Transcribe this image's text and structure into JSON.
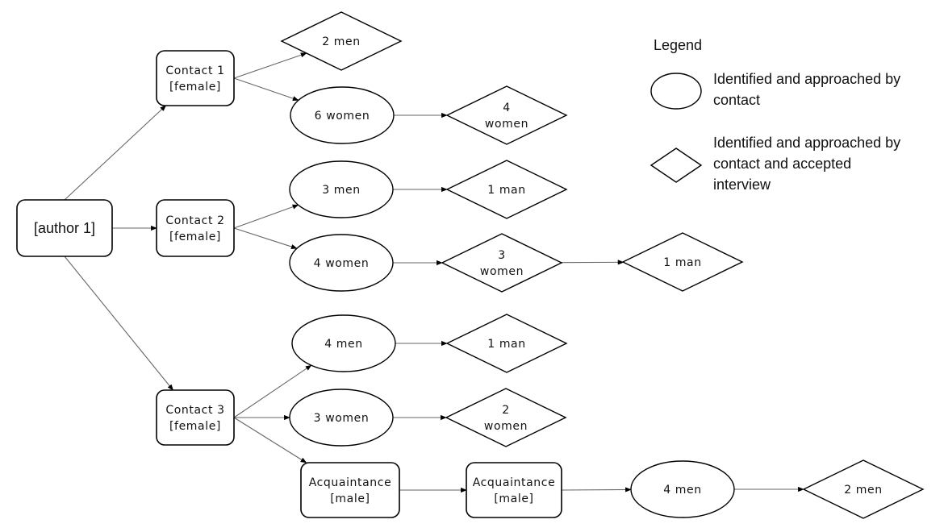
{
  "nodes": {
    "author": {
      "label": "[author 1]",
      "shape": "rounded-rect"
    },
    "contact1": {
      "label": [
        "Contact 1",
        "[female]"
      ],
      "shape": "rounded-rect"
    },
    "contact2": {
      "label": [
        "Contact 2",
        "[female]"
      ],
      "shape": "rounded-rect"
    },
    "contact3": {
      "label": [
        "Contact 3",
        "[female]"
      ],
      "shape": "rounded-rect"
    },
    "c1_men": {
      "label": "2 men",
      "shape": "diamond"
    },
    "c1_women": {
      "label": "6 women",
      "shape": "ellipse"
    },
    "c1_women_accepted": {
      "label": [
        "4",
        "women"
      ],
      "shape": "diamond"
    },
    "c2_men": {
      "label": "3 men",
      "shape": "ellipse"
    },
    "c2_men_accepted": {
      "label": "1 man",
      "shape": "diamond"
    },
    "c2_women": {
      "label": "4 women",
      "shape": "ellipse"
    },
    "c2_women_accepted": {
      "label": [
        "3",
        "women"
      ],
      "shape": "diamond"
    },
    "c2_women_referral": {
      "label": "1 man",
      "shape": "diamond"
    },
    "c3_men": {
      "label": "4 men",
      "shape": "ellipse"
    },
    "c3_men_accepted": {
      "label": "1 man",
      "shape": "diamond"
    },
    "c3_women": {
      "label": "3 women",
      "shape": "ellipse"
    },
    "c3_women_accepted": {
      "label": [
        "2",
        "women"
      ],
      "shape": "diamond"
    },
    "acq1": {
      "label": [
        "Acquaintance",
        "[male]"
      ],
      "shape": "rounded-rect"
    },
    "acq2": {
      "label": [
        "Acquaintance",
        "[male]"
      ],
      "shape": "rounded-rect"
    },
    "acq_men": {
      "label": "4 men",
      "shape": "ellipse"
    },
    "acq_men_accepted": {
      "label": "2 men",
      "shape": "diamond"
    }
  },
  "edges": [
    [
      "author",
      "contact1"
    ],
    [
      "author",
      "contact2"
    ],
    [
      "author",
      "contact3"
    ],
    [
      "contact1",
      "c1_men"
    ],
    [
      "contact1",
      "c1_women"
    ],
    [
      "c1_women",
      "c1_women_accepted"
    ],
    [
      "contact2",
      "c2_men"
    ],
    [
      "contact2",
      "c2_women"
    ],
    [
      "c2_men",
      "c2_men_accepted"
    ],
    [
      "c2_women",
      "c2_women_accepted"
    ],
    [
      "c2_women_accepted",
      "c2_women_referral"
    ],
    [
      "contact3",
      "c3_men"
    ],
    [
      "contact3",
      "c3_women"
    ],
    [
      "contact3",
      "acq1"
    ],
    [
      "c3_men",
      "c3_men_accepted"
    ],
    [
      "c3_women",
      "c3_women_accepted"
    ],
    [
      "acq1",
      "acq2"
    ],
    [
      "acq2",
      "acq_men"
    ],
    [
      "acq_men",
      "acq_men_accepted"
    ]
  ],
  "legend": {
    "title": "Legend",
    "items": [
      {
        "shape": "ellipse",
        "lines": [
          "Identified and approached by",
          "contact"
        ]
      },
      {
        "shape": "diamond",
        "lines": [
          "Identified and approached by",
          "contact and accepted",
          "interview"
        ]
      }
    ]
  }
}
